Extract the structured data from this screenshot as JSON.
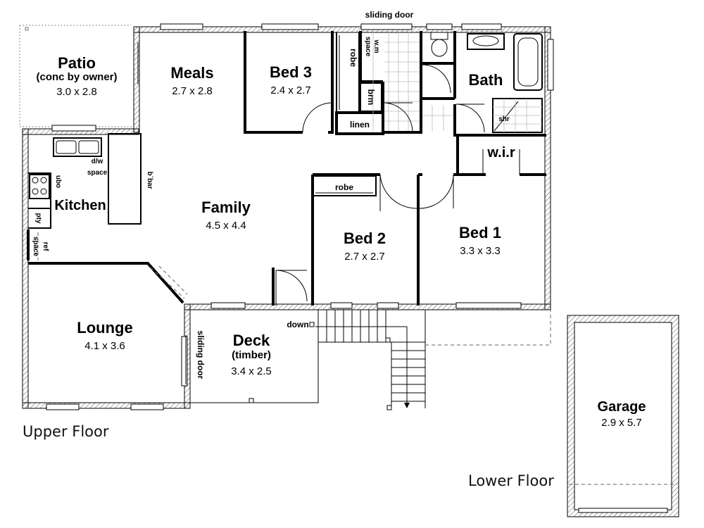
{
  "rooms": {
    "patio": {
      "name": "Patio",
      "note": "(conc by owner)",
      "dim": "3.0 x 2.8"
    },
    "meals": {
      "name": "Meals",
      "dim": "2.7 x 2.8"
    },
    "bed3": {
      "name": "Bed 3",
      "dim": "2.4 x 2.7"
    },
    "bath": {
      "name": "Bath"
    },
    "family": {
      "name": "Family",
      "dim": "4.5 x 4.4"
    },
    "kitchen": {
      "name": "Kitchen"
    },
    "bed2": {
      "name": "Bed 2",
      "dim": "2.7 x 2.7"
    },
    "bed1": {
      "name": "Bed 1",
      "dim": "3.3 x 3.3"
    },
    "lounge": {
      "name": "Lounge",
      "dim": "4.1 x 3.6"
    },
    "deck": {
      "name": "Deck",
      "note": "(timber)",
      "dim": "3.4 x 2.5"
    },
    "garage": {
      "name": "Garage",
      "dim": "2.9 x 5.7"
    }
  },
  "labels": {
    "sliding_door_top": "sliding door",
    "sliding_door_side": "sliding door",
    "robe_bed3": "robe",
    "robe_bed2": "robe",
    "wm_line1": "w.m",
    "wm_line2": "space",
    "brm": "brm",
    "linen": "linen",
    "shr": "shr",
    "wir": "w.i.r",
    "dw_line1": "d/w",
    "dw_line2": "space",
    "ubo": "ubo",
    "bbar": "b`bar",
    "pty": "pty",
    "ref_line1": "ref",
    "ref_line2": "space",
    "down": "down"
  },
  "floors": {
    "upper": "Upper Floor",
    "lower": "Lower Floor"
  }
}
